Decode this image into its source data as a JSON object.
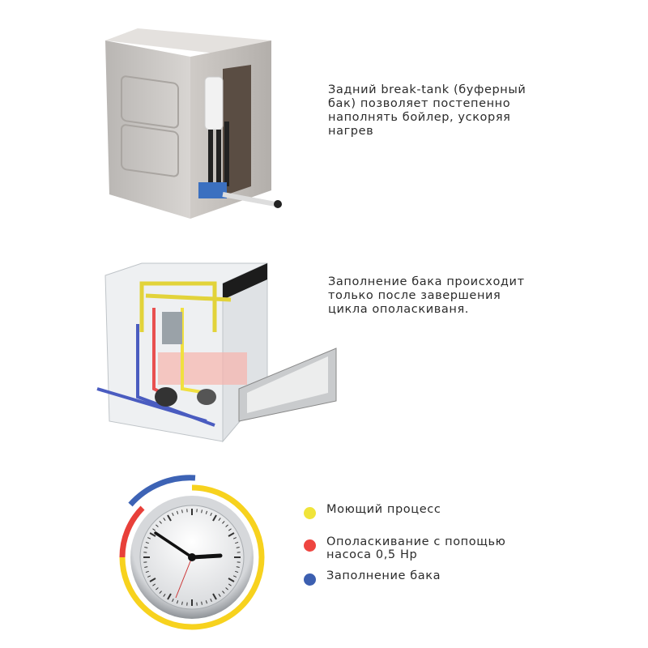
{
  "sections": [
    {
      "text": "Задний break-tank (буферный\nбак) позволяет постепенно\nнаполнять бойлер, ускоряя\nнагрев",
      "image": "dishwasher-rear-break-tank"
    },
    {
      "text": "Заполнение бака происходит\nтолько после завершения\nцикла ополаскиваня.",
      "image": "dishwasher-cutaway-piping"
    }
  ],
  "legend": [
    {
      "label": "Моющий процесс",
      "color": "#f0e43a"
    },
    {
      "label": "Ополаскивание с попощью\nнасоса 0,5 Hp",
      "color": "#ee4540"
    },
    {
      "label": "Заполнение бака",
      "color": "#3c5fb0"
    }
  ],
  "clock": {
    "arcs": {
      "yellow": "#f7d21e",
      "red": "#e8403a",
      "blue": "#3d63b5"
    }
  }
}
